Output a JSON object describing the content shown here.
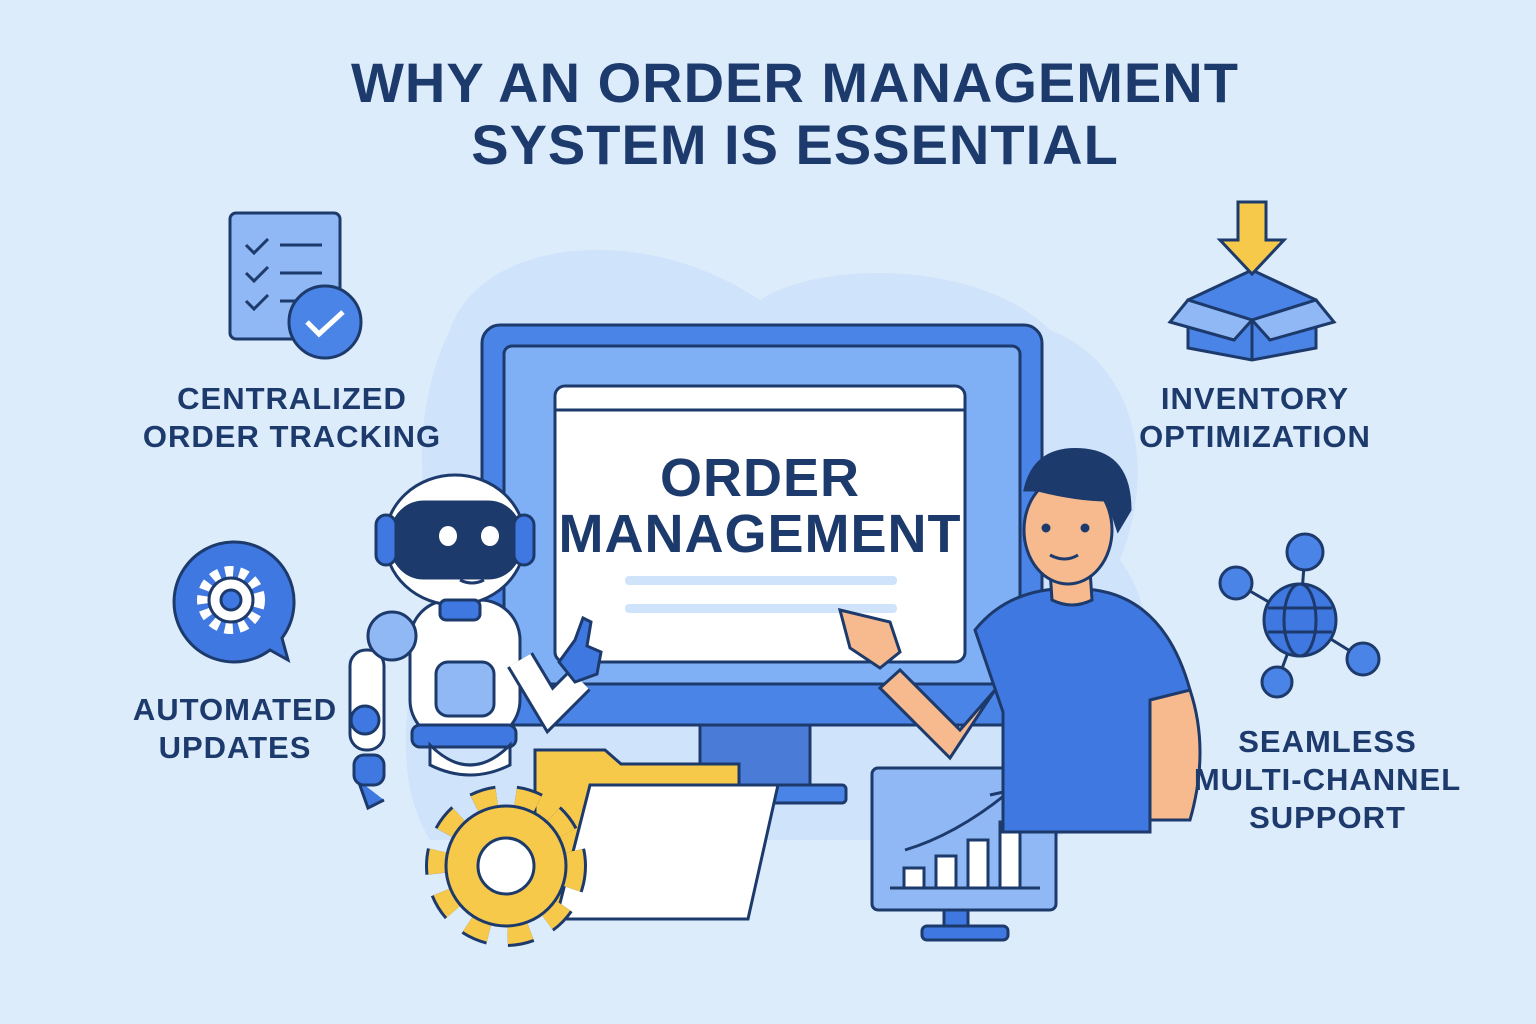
{
  "title": {
    "line1": "WHY AN ORDER MANAGEMENT",
    "line2": "SYSTEM IS ESSENTIAL"
  },
  "screen": {
    "line1": "ORDER",
    "line2": "MANAGEMENT"
  },
  "features": [
    {
      "lines": [
        "CENTRALIZED",
        "ORDER TRACKING"
      ],
      "icon": "checklist-icon"
    },
    {
      "lines": [
        "AUTOMATED",
        "UPDATES"
      ],
      "icon": "gear-chat-icon"
    },
    {
      "lines": [
        "INVENTORY",
        "OPTIMIZATION"
      ],
      "icon": "box-arrow-icon"
    },
    {
      "lines": [
        "SEAMLESS",
        "MULTI-CHANNEL",
        "SUPPORT"
      ],
      "icon": "network-globe-icon"
    }
  ],
  "colors": {
    "background": "#ddecfb",
    "text": "#1d3a6c",
    "primary": "#3f78e0",
    "light": "#8fb8f5",
    "yellow": "#f7c94a"
  }
}
